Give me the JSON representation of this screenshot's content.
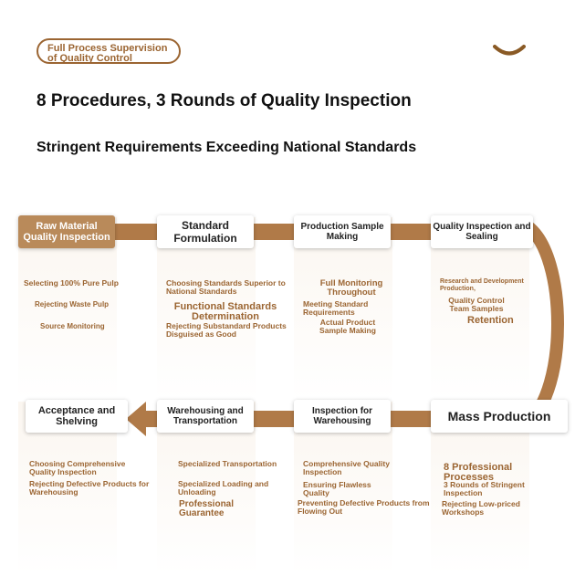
{
  "header": {
    "badge_line1": "Full Process Supervision",
    "badge_line2": "of Quality Control",
    "title": "8 Procedures, 3 Rounds of Quality Inspection",
    "subtitle": "Stringent Requirements Exceeding National Standards"
  },
  "colors": {
    "accent": "#b07a48",
    "text_brown": "#9b6532",
    "first_box": "#b98a5a"
  },
  "top_row": [
    {
      "title": "Raw Material Quality Inspection",
      "items": [
        "Selecting 100% Pure Pulp",
        "Rejecting Waste Pulp",
        "Source Monitoring"
      ]
    },
    {
      "title": "Standard Formulation",
      "items": [
        "Choosing Standards Superior to National Standards",
        "Functional Standards Determination",
        "Rejecting Substandard Products Disguised as Good"
      ]
    },
    {
      "title": "Production Sample Making",
      "items": [
        "Full Monitoring Throughout",
        "Meeting Standard Requirements",
        "Actual Product Sample Making"
      ]
    },
    {
      "title": "Quality Inspection and Sealing",
      "items": [
        "Research and Development Production,",
        "Quality Control Team Samples",
        "Retention"
      ]
    }
  ],
  "bottom_row": [
    {
      "title": "Acceptance and Shelving",
      "items": [
        "Choosing Comprehensive Quality Inspection",
        "Rejecting Defective Products for Warehousing"
      ]
    },
    {
      "title": "Warehousing and Transportation",
      "items": [
        "Specialized Transportation",
        "Specialized Loading and Unloading",
        "Professional Guarantee"
      ]
    },
    {
      "title": "Inspection for Warehousing",
      "items": [
        "Comprehensive Quality Inspection",
        "Ensuring Flawless Quality",
        "Preventing Defective Products from Flowing Out"
      ]
    },
    {
      "title": "Mass Production",
      "items": [
        "8 Professional Processes",
        "3 Rounds of Stringent Inspection",
        "Rejecting Low-priced Workshops"
      ]
    }
  ]
}
